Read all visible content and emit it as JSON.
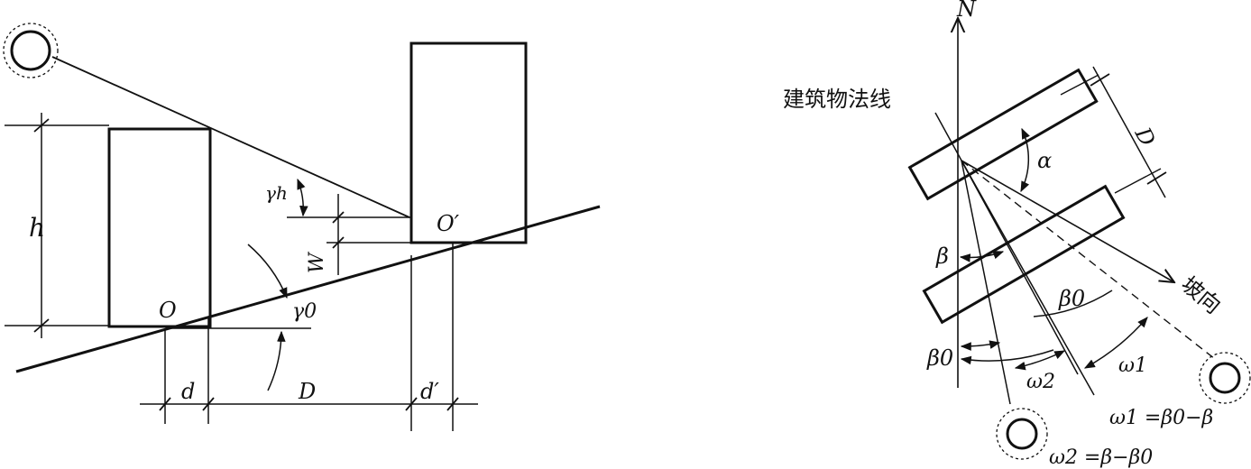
{
  "left_figure": {
    "labels": {
      "h": "h",
      "gamma_h": "γh",
      "o_prime": "O′",
      "w": "W",
      "o": "O",
      "gamma_0": "γ0",
      "d": "d",
      "D": "D",
      "d_prime": "d′"
    }
  },
  "right_figure": {
    "labels": {
      "north": "N",
      "building_normal": "建筑物法线",
      "D": "D",
      "alpha": "α",
      "beta": "β",
      "slope_direction": "坡向",
      "beta_0_upper": "β0",
      "beta_0_lower": "β0",
      "omega_1": "ω1",
      "omega_2": "ω2",
      "formula_1": "ω1 =β0−β",
      "formula_2": "ω2 =β−β0"
    }
  }
}
